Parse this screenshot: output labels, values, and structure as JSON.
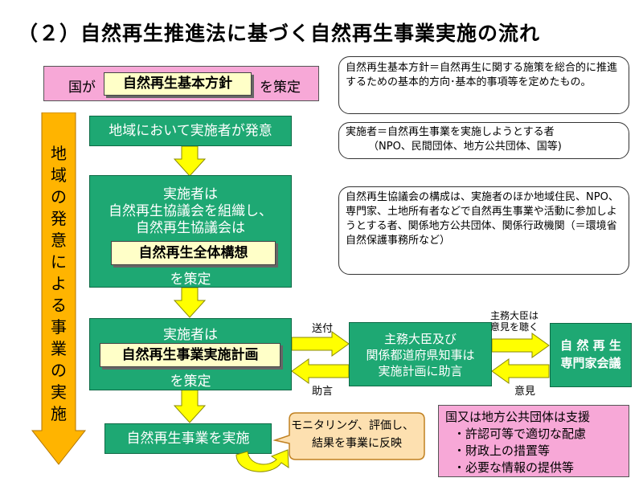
{
  "title": "（２）自然再生推進法に基づく自然再生事業実施の流れ",
  "national": {
    "prefix": "国が",
    "label": "自然再生基本方針",
    "suffix": "を策定"
  },
  "note_basic_policy": "自然再生基本方針＝自然再生に関する施策を総合的に推進するための基本的方向･基本的事項等を定めたもの。",
  "vertical_bar": [
    "地",
    "域",
    "の",
    "発",
    "意",
    "に",
    "よ",
    "る",
    "事",
    "業",
    "の",
    "実",
    "施"
  ],
  "step1": "地域において実施者が発意",
  "note_implementer": {
    "line1": "実施者＝自然再生事業を実施しようとする者",
    "line2": "（NPO、民間団体、地方公共団体、国等)"
  },
  "step2": {
    "line1": "実施者は",
    "line2": "自然再生協議会を組織し、",
    "line3": "自然再生協議会は",
    "label": "自然再生全体構想",
    "suffix": "を策定"
  },
  "note_council": "自然再生協議会の構成は、実施者のほか地域住民、NPO、専門家、土地所有者などで自然再生事業や活動に参加しようとする者、関係地方公共団体、関係行政機関（＝環境省自然保護事務所など）",
  "step3": {
    "line1": "実施者は",
    "label": "自然再生事業実施計画",
    "suffix": "を策定"
  },
  "arrow_send": "送付",
  "arrow_advice": "助言",
  "minister": {
    "line1": "主務大臣及び",
    "line2": "関係都道府県知事は",
    "line3": "実施計画に助言"
  },
  "arrow_hear": {
    "line1": "主務大臣は",
    "line2": "意見を聴く"
  },
  "arrow_opinion": "意見",
  "experts": {
    "line1": "自 然 再 生",
    "line2": "専門家会議"
  },
  "step4": "自然再生事業を実施",
  "monitoring": {
    "line1": "モニタリング、評価し、",
    "line2": "結果を事業に反映"
  },
  "support": {
    "title": "国又は地方公共団体は支援",
    "items": [
      "・許認可等で適切な配慮",
      "・財政上の措置等",
      "・必要な情報の提供等"
    ]
  },
  "colors": {
    "green": "#1ea873",
    "pink": "#f7a8d7",
    "yellow": "#ffff00",
    "orange": "#ffb400",
    "label_bg": "#ffffc8",
    "callout": "#fde0b0"
  }
}
